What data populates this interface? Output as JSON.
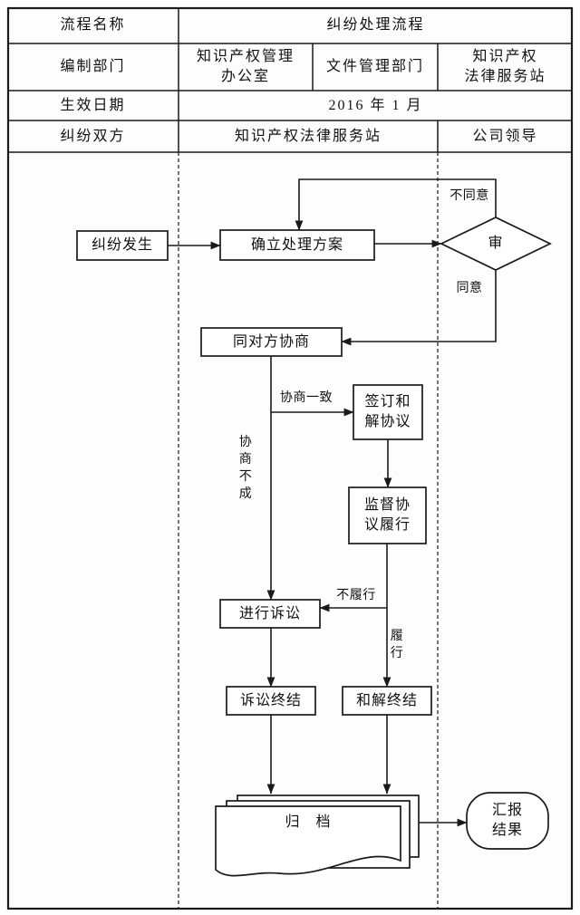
{
  "title_block": {
    "process_name_label": "流程名称",
    "process_name": "纠纷处理流程",
    "department_label": "编制部门",
    "department_1": "知识产权管理\n办公室",
    "department_2": "文件管理部门",
    "department_3": "知识产权\n法律服务站",
    "effective_date_label": "生效日期",
    "effective_date": "2016 年 1 月",
    "lanes_label": "纠纷双方",
    "lane_2": "知识产权法律服务站",
    "lane_3": "公司领导"
  },
  "flowchart": {
    "nodes": {
      "dispute_occurs": "纠纷发生",
      "establish_plan": "确立处理方案",
      "review": "审",
      "negotiate": "同对方协商",
      "sign_agreement": "签订和\n解协议",
      "supervise_agreement": "监督协\n议履行",
      "litigation": "进行诉讼",
      "litigation_end": "诉讼终结",
      "settlement_end": "和解终结",
      "archive": "归　档",
      "report_result": "汇报\n结果"
    },
    "labels": {
      "disagree": "不同意",
      "agree": "同意",
      "agreement_reached": "协商一致",
      "negotiation_failed": "协\n商\n不\n成",
      "non_performance": "不履行",
      "performance": "履\n行"
    }
  },
  "colors": {
    "line": "#1a1a1a",
    "text": "#111111",
    "background": "#fdfdfd"
  }
}
